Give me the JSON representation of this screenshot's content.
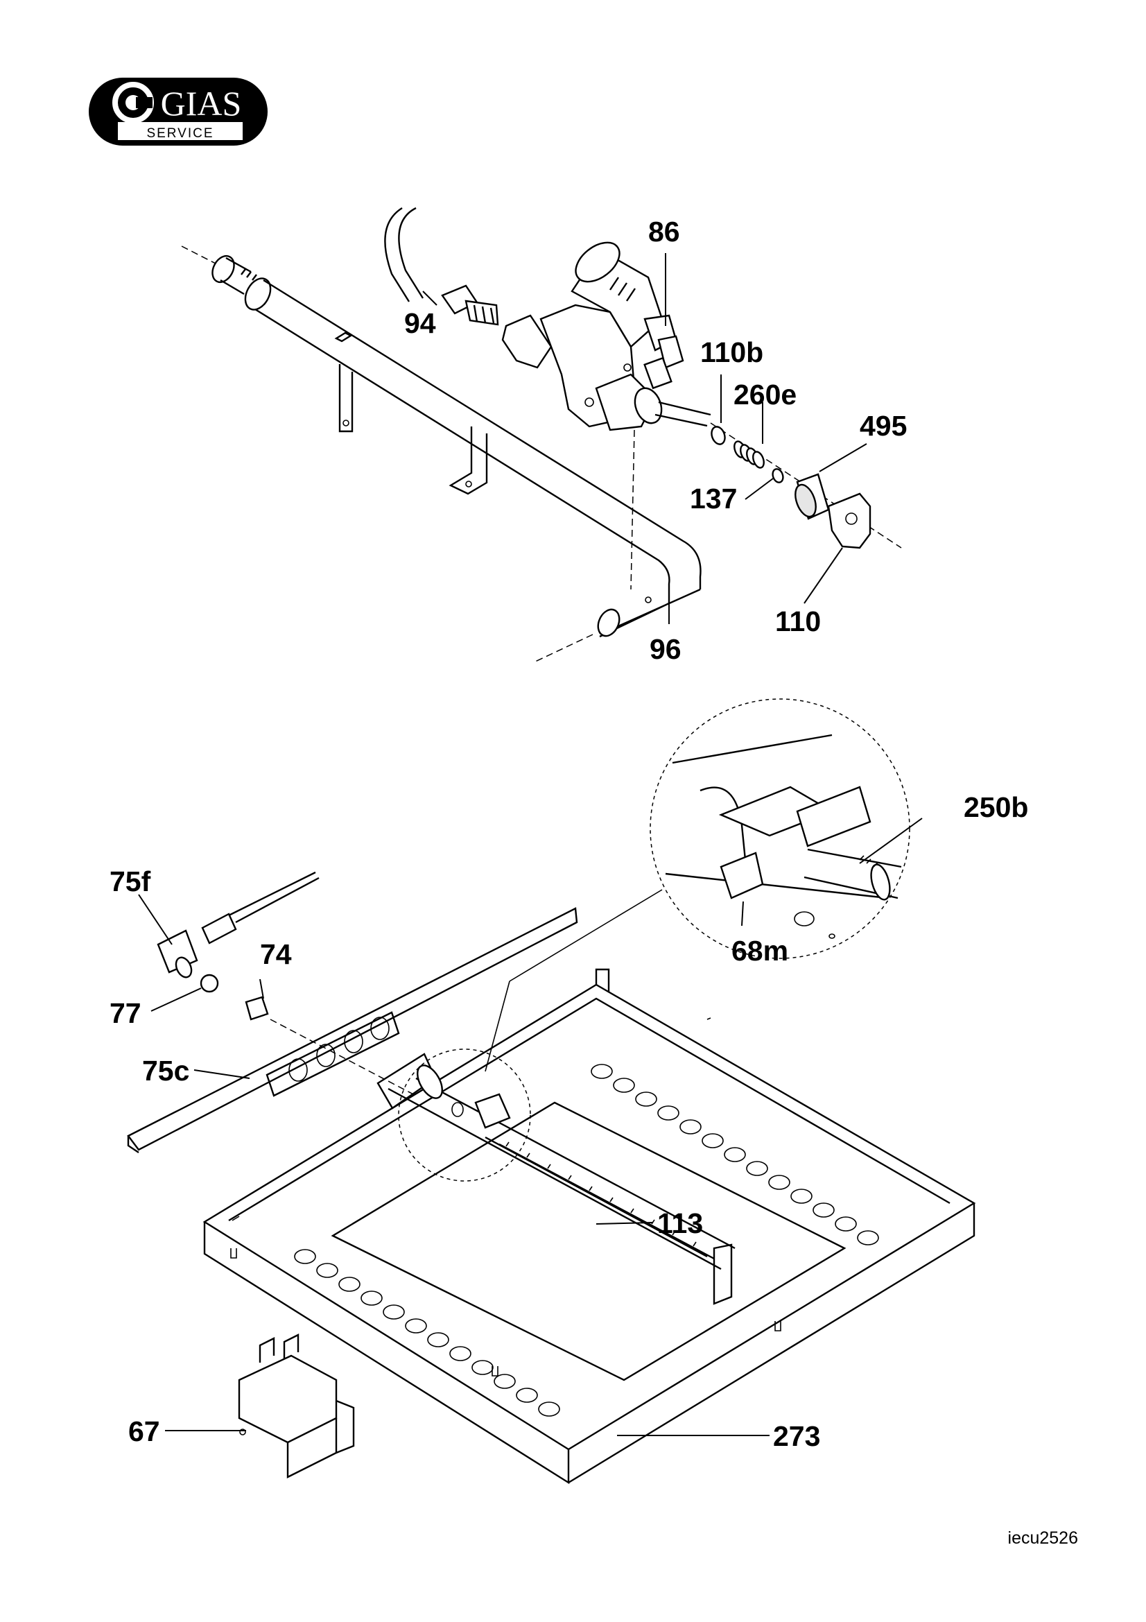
{
  "logo": {
    "brand": "GIAS",
    "subtitle": "SERVICE"
  },
  "labels": {
    "p86": "86",
    "p94": "94",
    "p110b": "110b",
    "p260e": "260e",
    "p495": "495",
    "p137": "137",
    "p110": "110",
    "p96": "96",
    "p250b": "250b",
    "p75f": "75f",
    "p74": "74",
    "p77": "77",
    "p75c": "75c",
    "p68m": "68m",
    "p113": "113",
    "p67": "67",
    "p273": "273"
  },
  "drawing_code": "iecu2526"
}
